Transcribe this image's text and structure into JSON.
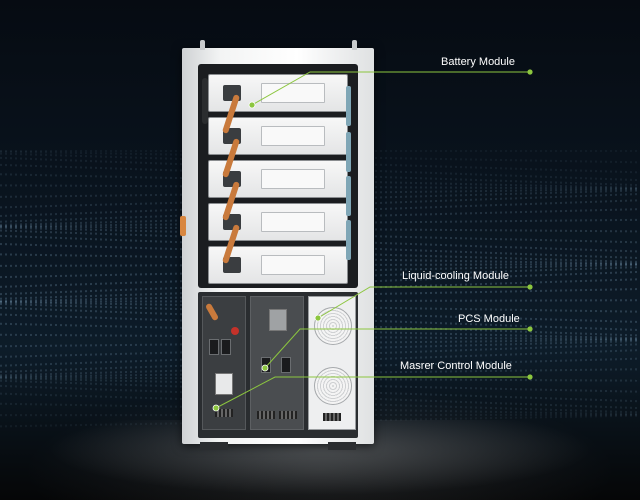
{
  "colors": {
    "callout_line": "#8cc63f",
    "callout_dot": "#8cc63f",
    "background": "#060a0f",
    "cabinet": "#f3f4f4",
    "copper_cable": "#c97a3c"
  },
  "callouts": [
    {
      "id": "battery-module",
      "label": "Battery Module"
    },
    {
      "id": "liquid-cooling-module",
      "label": "Liquid-cooling Module"
    },
    {
      "id": "pcs-module",
      "label": "PCS Module"
    },
    {
      "id": "master-control-module",
      "label": "Masrer Control Module"
    }
  ]
}
